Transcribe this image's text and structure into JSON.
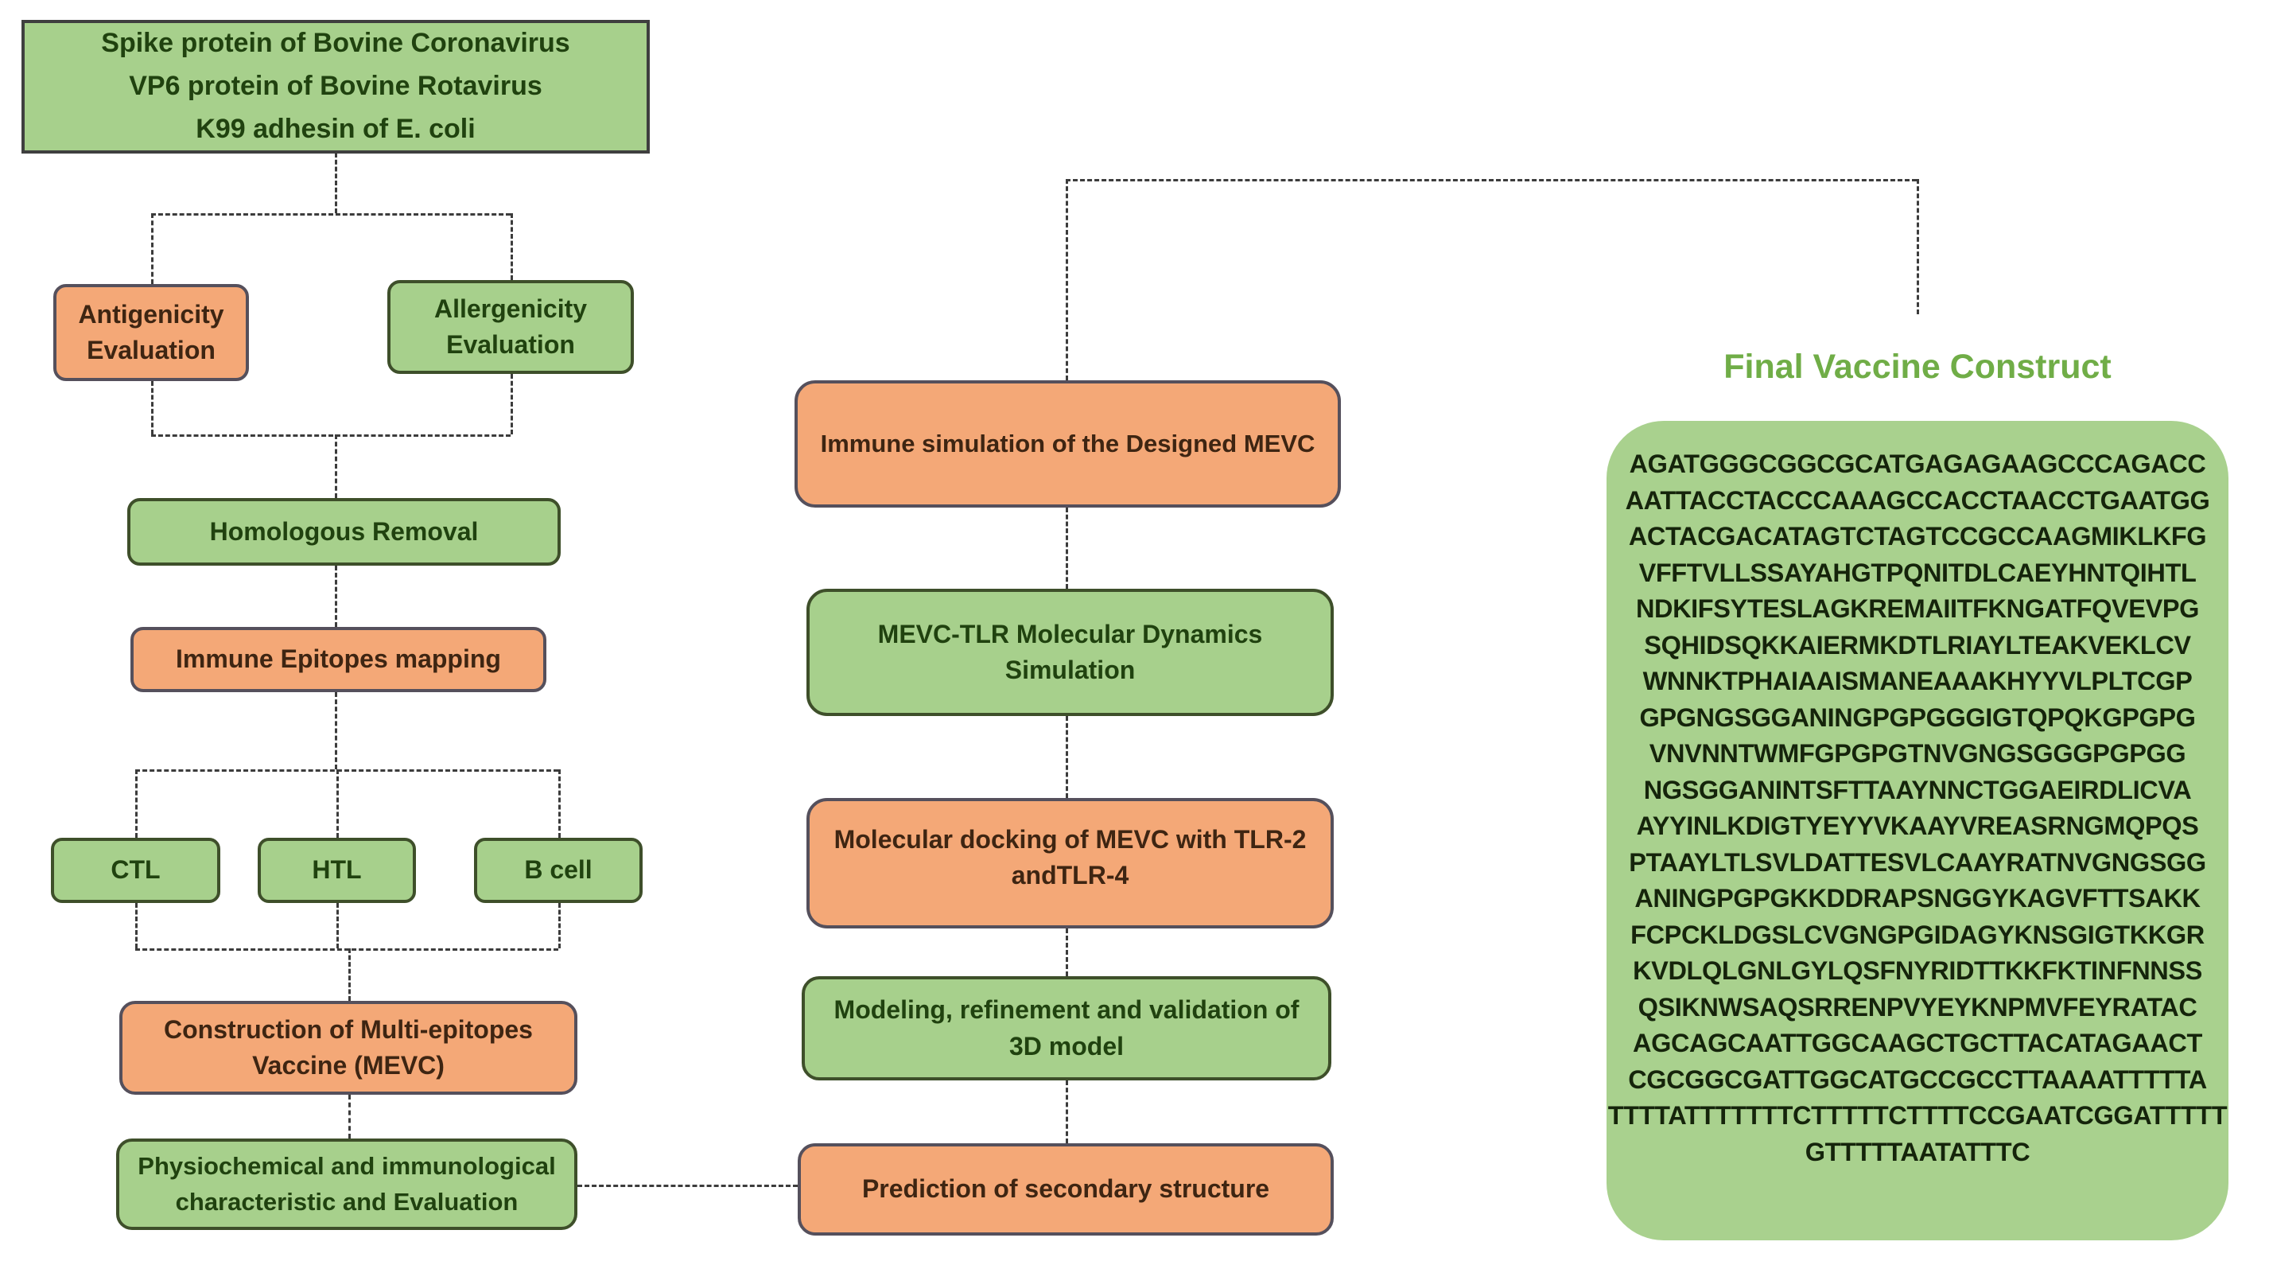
{
  "left_column": {
    "input_box_lines": [
      "Spike protein of Bovine Coronavirus",
      "VP6 protein of Bovine Rotavirus",
      "K99 adhesin of E. coli"
    ],
    "antigenicity_label": "Antigenicity Evaluation",
    "allergenicity_label": "Allergenicity Evaluation",
    "homologous_label": "Homologous Removal",
    "epitope_mapping_label": "Immune Epitopes mapping",
    "ctl_label": "CTL",
    "htl_label": "HTL",
    "bcell_label": "B cell",
    "mevc_construction_label": "Construction of Multi-epitopes Vaccine (MEVC)",
    "physiochemical_label": "Physiochemical and immunological characteristic and Evaluation"
  },
  "middle_column": {
    "immune_simulation_label": "Immune simulation of the Designed MEVC",
    "md_simulation_label": "MEVC-TLR Molecular Dynamics Simulation",
    "docking_label": "Molecular docking of MEVC with TLR-2 andTLR-4",
    "modeling_label": "Modeling, refinement and validation of 3D model",
    "secondary_structure_label": "Prediction of secondary structure"
  },
  "right_column": {
    "title": "Final Vaccine Construct",
    "sequence_lines": [
      "AGATGGGCGGCGCATGAGAGAAGCCCAGACC",
      "AATTACCTACCCAAAGCCACCTAACCTGAATGG",
      "ACTACGACATAGTCTAGTCCGCCAAGMIKLKFG",
      "VFFTVLLSSAYAHGTPQNITDLCAEYHNTQIHTL",
      "NDKIFSYTESLAGKREMAIITFKNGATFQVEVPG",
      "SQHIDSQKKAIERMKDTLRIAYLTEAKVEKLCV",
      "WNNKTPHAIAAISMANEAAAKHYYVLPLTCGP",
      "GPGNGSGGANINGPGPGGGIGTQPQKGPGPG",
      "VNVNNTWMFGPGPGTNVGNGSGGGPGPGG",
      "NGSGGANINTSFTTAAYNNCTGGAEIRDLICVA",
      "AYYINLKDIGTYEYYVKAAYVREASRNGMQPQS",
      "PTAAYLTLSVLDATTESVLCAAYRATNVGNGSGG",
      "ANINGPGPGKKDDRAPSNGGYKAGVFTTSAKK",
      "FCPCKLDGSLCVGNGPGIDAGYKNSGIGTKKGR",
      "KVDLQLGNLGYLQSFNYRIDTTKKFKTINFNNSS",
      "QSIKNWSAQSRRENPVYEYKNPMVFEYRATAC",
      "AGCAGCAATTGGCAAGCTGCTTACATAGAACT",
      "CGCGGCGATTGGCATGCCGCCTTAAAATTTTTA",
      "TTTTATTTTTTTCTTTTTCTTTTCCGAATCGGATTTTT",
      "GTTTTTAATATTTC"
    ]
  },
  "colors": {
    "green_fill": "#a7d08c",
    "green_text": "#20420f",
    "orange_fill": "#f4a877",
    "orange_text": "#3e2512",
    "sequence_box_fill": "#a9d18e",
    "title_green": "#70ad47",
    "connector": "#3c3c3c"
  }
}
